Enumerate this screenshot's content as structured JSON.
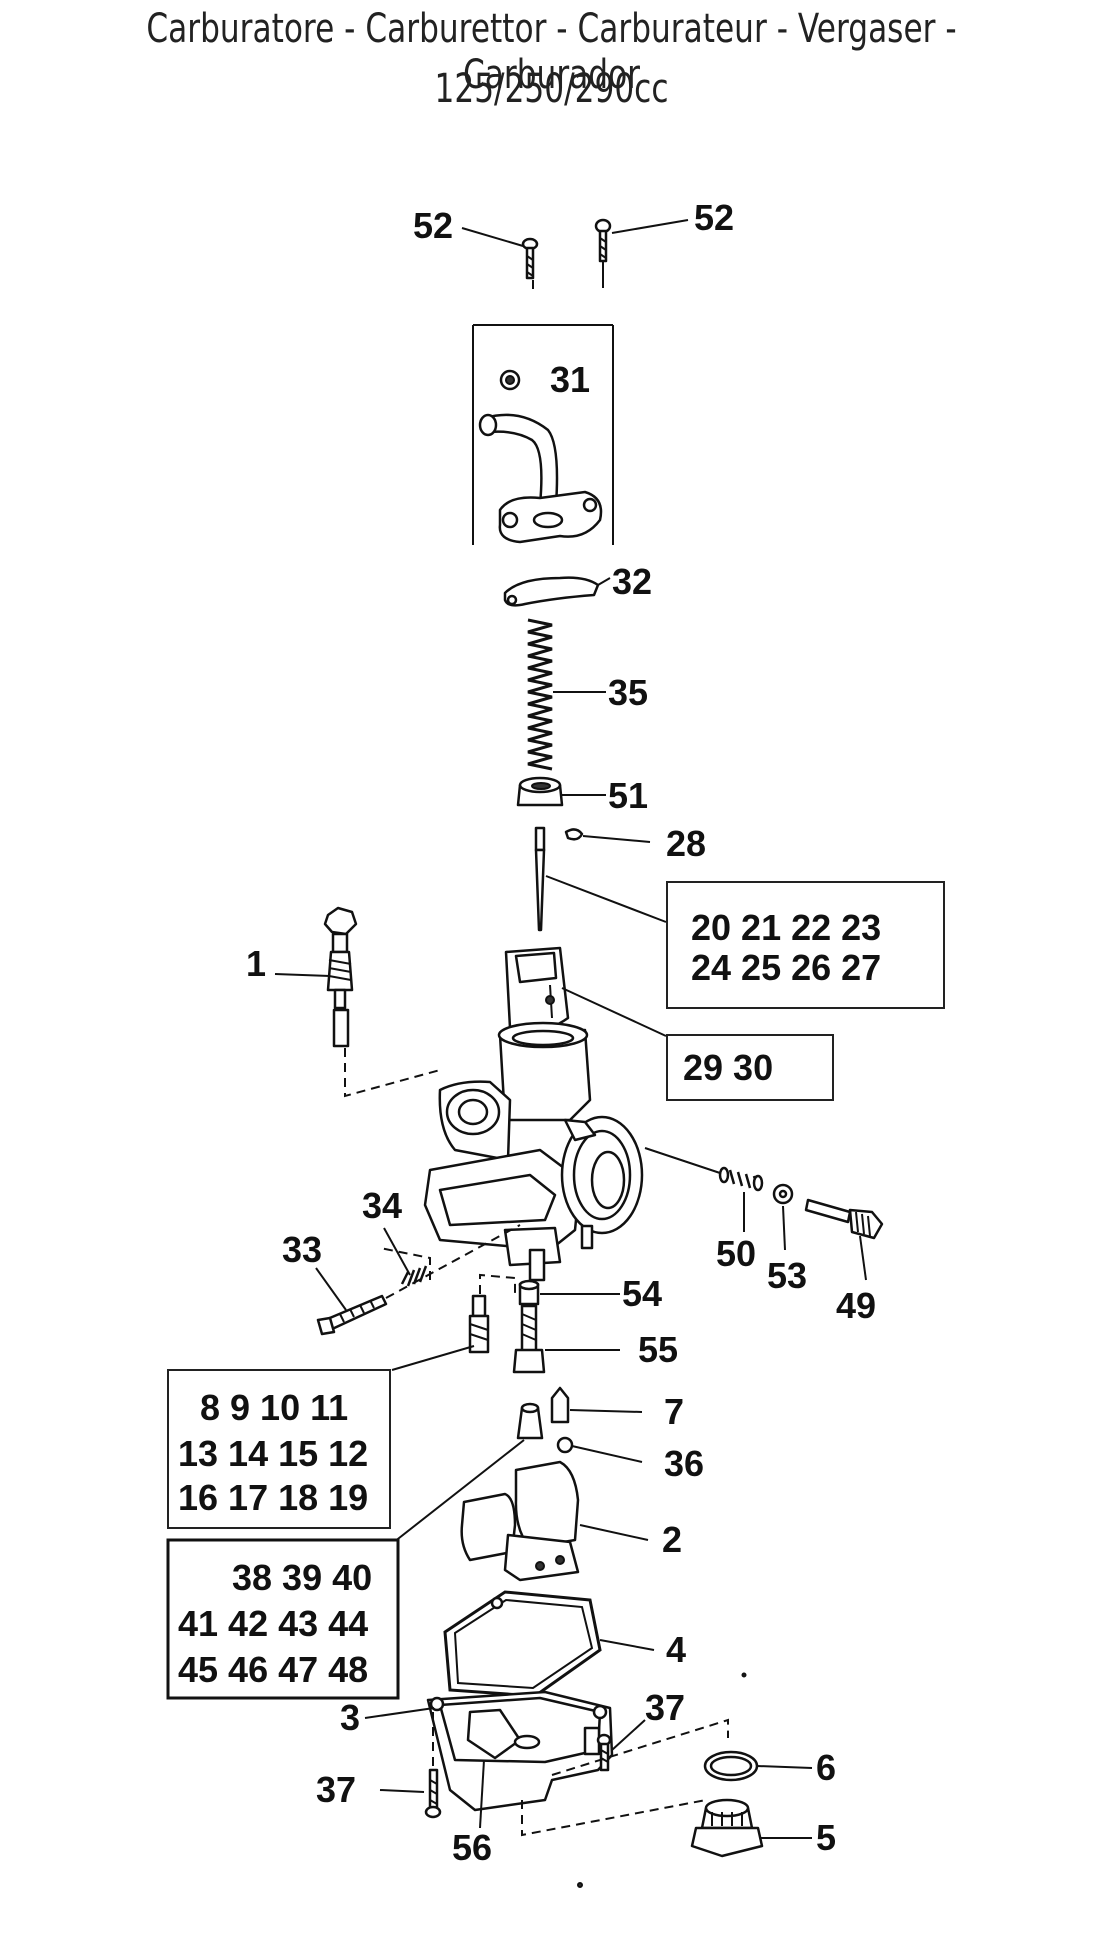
{
  "title": {
    "line1": "Carburatore - Carburettor - Carburateur - Vergaser - Carburador",
    "line2": "125/250/290cc"
  },
  "callouts": {
    "c52a": "52",
    "c52b": "52",
    "c31": "31",
    "c32": "32",
    "c35": "35",
    "c51": "51",
    "c28": "28",
    "c1": "1",
    "c34": "34",
    "c33": "33",
    "c50": "50",
    "c53": "53",
    "c49": "49",
    "c54": "54",
    "c55": "55",
    "c7": "7",
    "c36": "36",
    "c2": "2",
    "c4": "4",
    "c3": "3",
    "c37a": "37",
    "c37b": "37",
    "c6": "6",
    "c5": "5",
    "c56": "56"
  },
  "groups": {
    "needle_jets": [
      "20 21 22 23",
      "24 25 26 27"
    ],
    "throttle_valves": [
      "29  30"
    ],
    "pilot_jets": [
      "8 9 10 11",
      "13 14 15 12",
      "16 17 18 19"
    ],
    "main_jets": [
      "38 39 40",
      "41 42 43 44",
      "45 46 47 48"
    ]
  }
}
